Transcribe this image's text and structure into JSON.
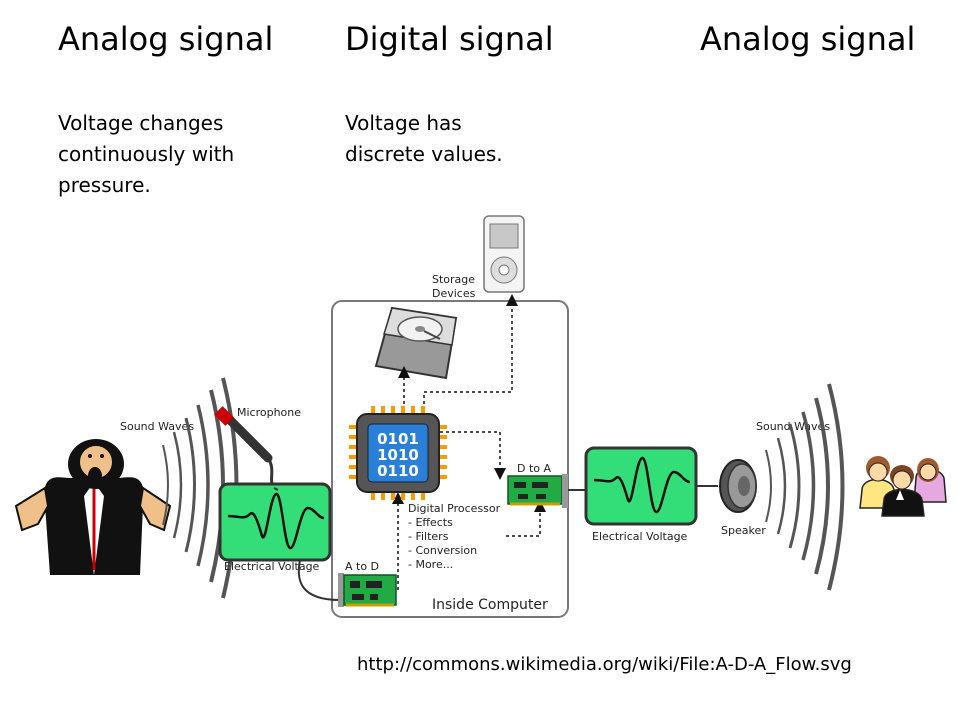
{
  "columns": [
    {
      "heading": "Analog signal",
      "description": "Voltage changes continuously with pressure."
    },
    {
      "heading": "Digital signal",
      "description": "Voltage has discrete values."
    },
    {
      "heading": "Analog signal"
    }
  ],
  "diagram": {
    "labels": {
      "sound_waves_left": "Sound Waves",
      "microphone": "Microphone",
      "electrical_voltage_left": "Electrical Voltage",
      "a_to_d": "A to D",
      "storage_devices_line1": "Storage",
      "storage_devices_line2": "Devices",
      "cpu_bits_1": "0101",
      "cpu_bits_2": "1010",
      "cpu_bits_3": "0110",
      "digital_processor": "Digital Processor",
      "effects": "- Effects",
      "filters": "- Filters",
      "conversion": "- Conversion",
      "more": "- More...",
      "inside_computer": "Inside Computer",
      "d_to_a": "D to A",
      "electrical_voltage_right": "Electrical Voltage",
      "speaker": "Speaker",
      "sound_waves_right": "Sound Waves"
    }
  },
  "source_url": "http://commons.wikimedia.org/wiki/File:A-D-A_Flow.svg"
}
